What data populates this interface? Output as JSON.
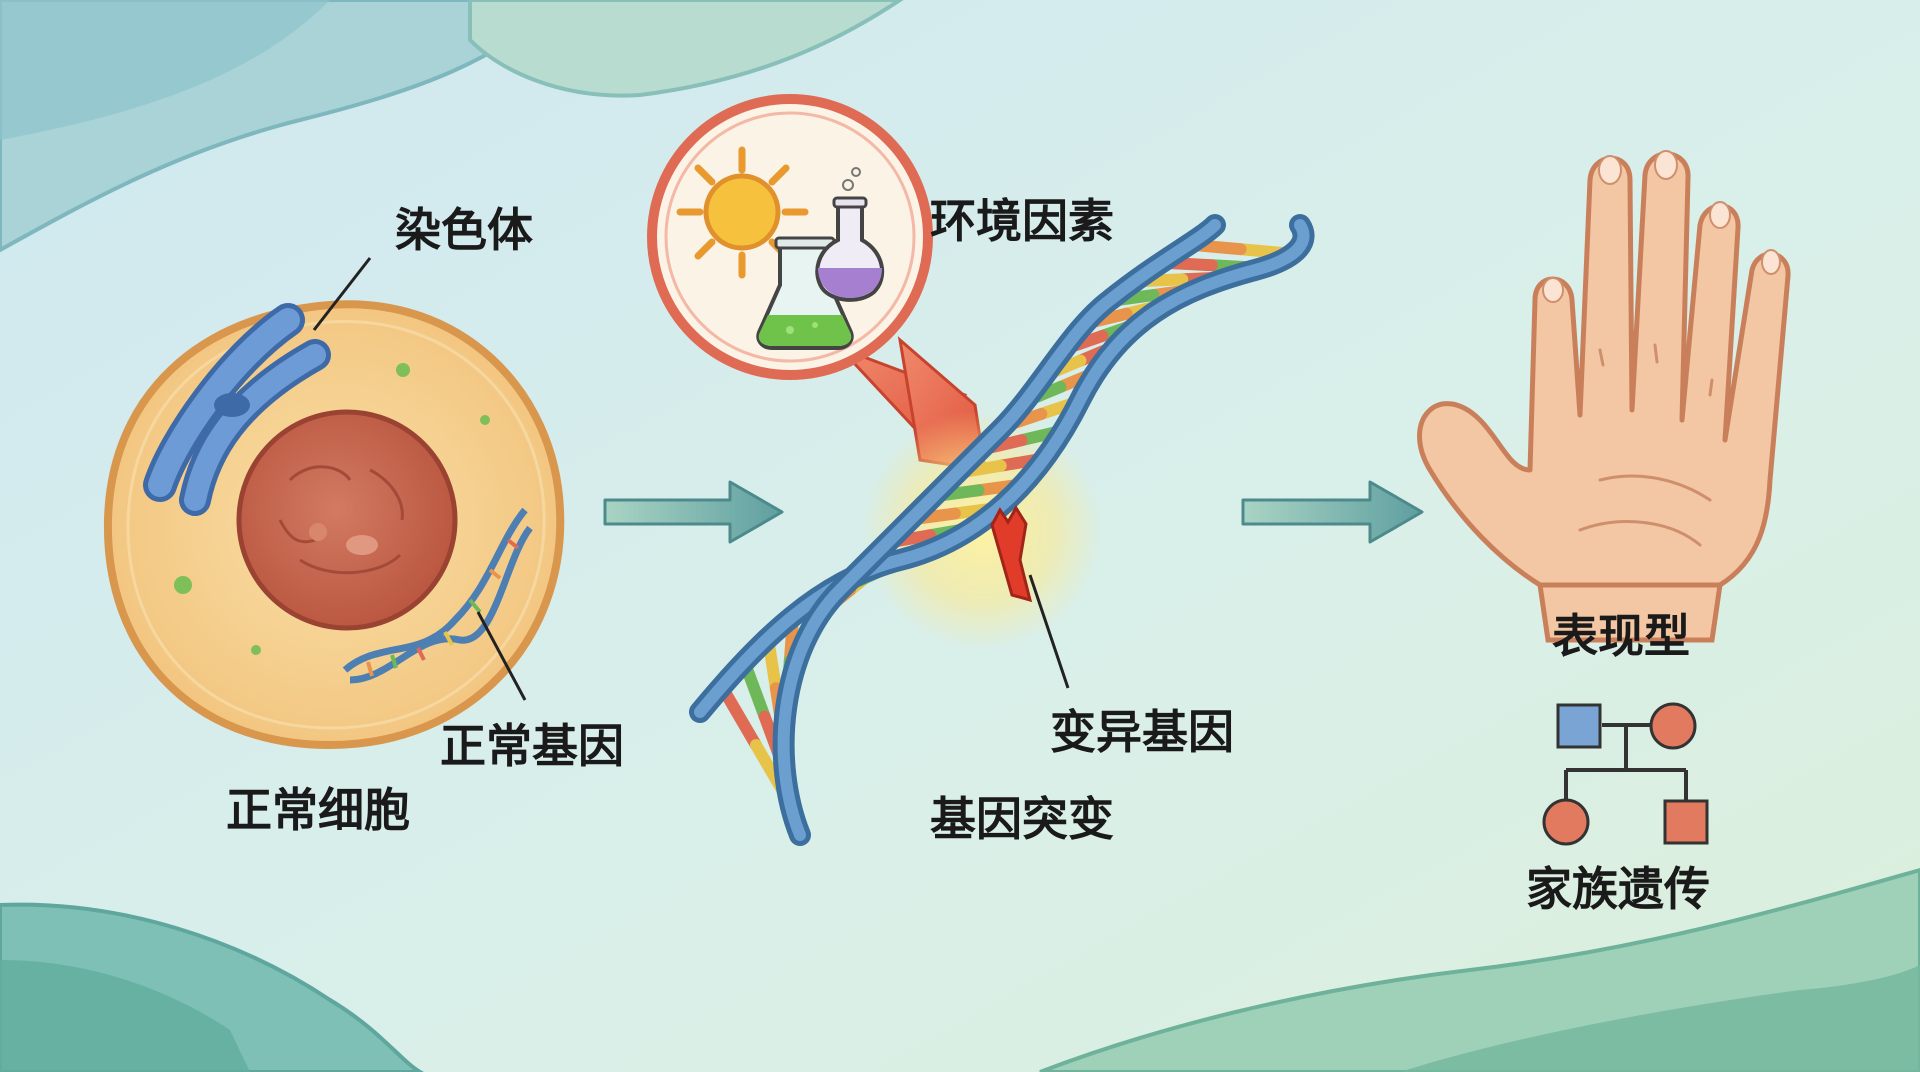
{
  "labels": {
    "chromosome": "染色体",
    "normal_gene": "正常基因",
    "normal_cell": "正常细胞",
    "environmental_factors": "环境因素",
    "mutated_gene": "变异基因",
    "gene_mutation": "基因突变",
    "phenotype": "表现型",
    "family_inheritance": "家族遗传"
  },
  "colors": {
    "background": "#d6ecef",
    "cell_membrane": "#e2a85a",
    "cell_cytoplasm": "#f5cf86",
    "nucleus": "#c0604a",
    "chromosome": "#5a86c4",
    "dna_backbone": "#4d7fb3",
    "arrow": "#5a9c97",
    "magnifier_border": "#e06b55",
    "skin": "#f0c4a2",
    "pedigree_male": "#7aa4d4",
    "pedigree_female": "#e27a5f"
  },
  "icons": [
    "sun-icon",
    "flask-icon",
    "hand-icon",
    "pedigree-icon"
  ]
}
